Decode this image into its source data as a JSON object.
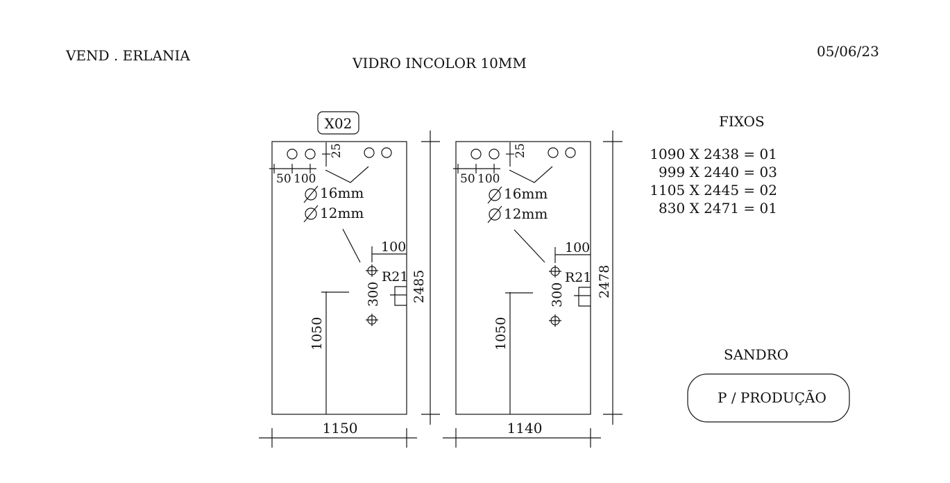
{
  "header": {
    "vendor": "VEND . ERLANIA",
    "material": "VIDRO INCOLOR 10MM",
    "date": "05/06/23"
  },
  "tag": "X02",
  "fixos": {
    "title": "FIXOS",
    "items": [
      "1090 X 2438 = 01",
      "999 X 2440 = 03",
      "1105 X 2445 = 02",
      "830 X 2471 = 01"
    ]
  },
  "footer": {
    "name": "SANDRO",
    "stamp": "P / PRODUÇÃO"
  },
  "panels": [
    {
      "width": "1150",
      "height": "2485",
      "top_hole_offset": "25",
      "edge_offsets": [
        "50",
        "100"
      ],
      "hole_16": "16mm",
      "hole_12": "12mm",
      "right_offset": "100",
      "radius": "R21",
      "hole_spacing": "300",
      "handle_height": "1050"
    },
    {
      "width": "1140",
      "height": "2478",
      "top_hole_offset": "25",
      "edge_offsets": [
        "50",
        "100"
      ],
      "hole_16": "16mm",
      "hole_12": "12mm",
      "right_offset": "100",
      "radius": "R21",
      "hole_spacing": "300",
      "handle_height": "1050"
    }
  ]
}
